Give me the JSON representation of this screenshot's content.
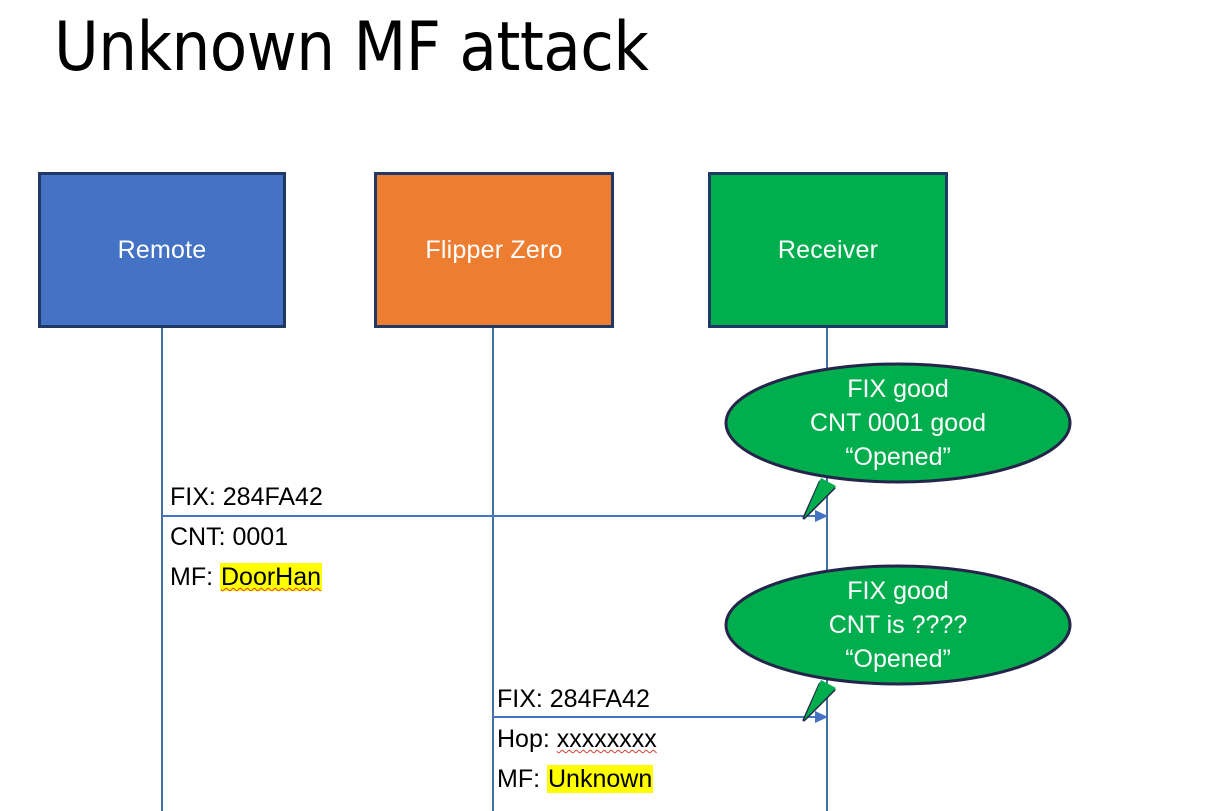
{
  "slide": {
    "title": "Unknown MF attack",
    "background": "#FFFFFF"
  },
  "colors": {
    "remote_fill": "#4472C4",
    "flipper_fill": "#ED7D31",
    "receiver_fill": "#00AE4D",
    "box_border": "#1F3864",
    "arrow": "#4472C4",
    "bubble_fill": "#00AE4D",
    "bubble_border": "#25244B",
    "highlight": "#FFFF00",
    "spellcheck_underline": "#E03E2D",
    "text_on_fill": "#FFFFFF",
    "text_body": "#000000"
  },
  "actors": [
    {
      "key": "remote",
      "label": "Remote",
      "fill": "#4472C4"
    },
    {
      "key": "flipper",
      "label": "Flipper Zero",
      "fill": "#ED7D31"
    },
    {
      "key": "receiver",
      "label": "Receiver",
      "fill": "#00AE4D"
    }
  ],
  "messages": [
    {
      "key": "remote-to-receiver",
      "from": "remote",
      "to": "receiver",
      "head": "FIX: 284FA42",
      "body_line_1_prefix": "CNT: ",
      "body_line_1_value": "0001",
      "body_line_2_prefix": "MF: ",
      "body_line_2_value": "DoorHan",
      "body_line_2_highlighted": true,
      "body_line_2_spellchecked": true
    },
    {
      "key": "flipper-to-receiver",
      "from": "flipper",
      "to": "receiver",
      "head": "FIX: 284FA42",
      "body_line_1_prefix": "Hop: ",
      "body_line_1_value": "xxxxxxxx",
      "body_line_1_spellchecked": true,
      "body_line_2_prefix": "MF: ",
      "body_line_2_value": "Unknown",
      "body_line_2_highlighted": true
    }
  ],
  "callouts": [
    {
      "key": "receiver-response-1",
      "line1": "FIX good",
      "line2": "CNT 0001 good",
      "line3": "“Opened”"
    },
    {
      "key": "receiver-response-2",
      "line1": "FIX good",
      "line2": "CNT is ????",
      "line3": "“Opened”"
    }
  ]
}
